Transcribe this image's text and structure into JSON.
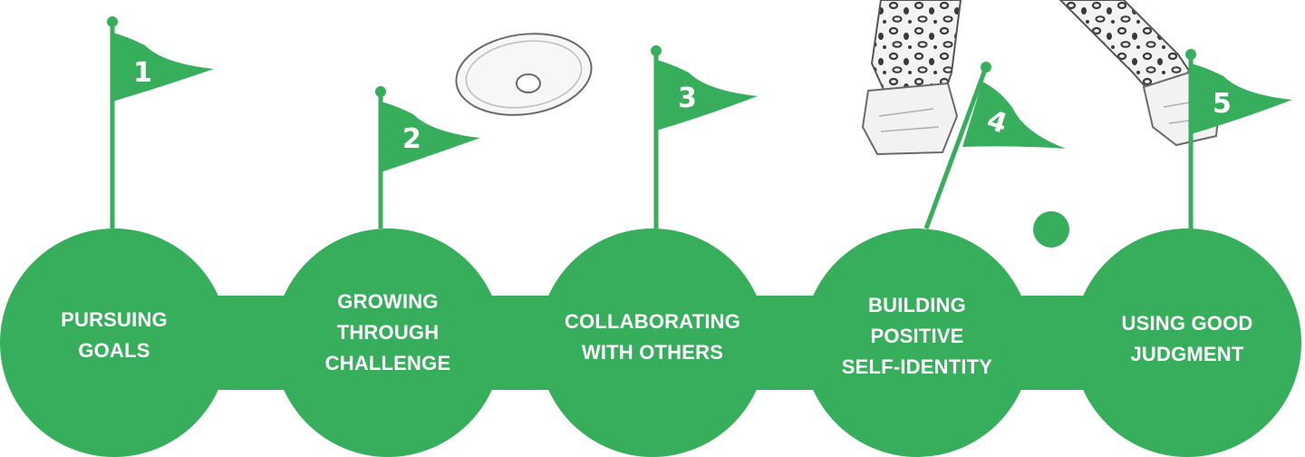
{
  "colors": {
    "green": "#37ae5b",
    "text": "#ffffff",
    "sketch_fill": "#f2f2f2",
    "sketch_stroke": "#6a6a6a"
  },
  "milestones": [
    {
      "number": "1",
      "label": "PURSUING\nGOALS"
    },
    {
      "number": "2",
      "label": "GROWING\nTHROUGH\nCHALLENGE"
    },
    {
      "number": "3",
      "label": "COLLABORATING\nWITH OTHERS"
    },
    {
      "number": "4",
      "label": "BUILDING\nPOSITIVE\nSELF-IDENTITY"
    },
    {
      "number": "5",
      "label": "USING GOOD\nJUDGMENT"
    }
  ],
  "decor": {
    "flag_icon": "golf-flag-icon",
    "cone_icon": "training-cone-icon",
    "ball_icon": "ball-icon",
    "legs_image": "leopard-print-legs-sketch"
  }
}
